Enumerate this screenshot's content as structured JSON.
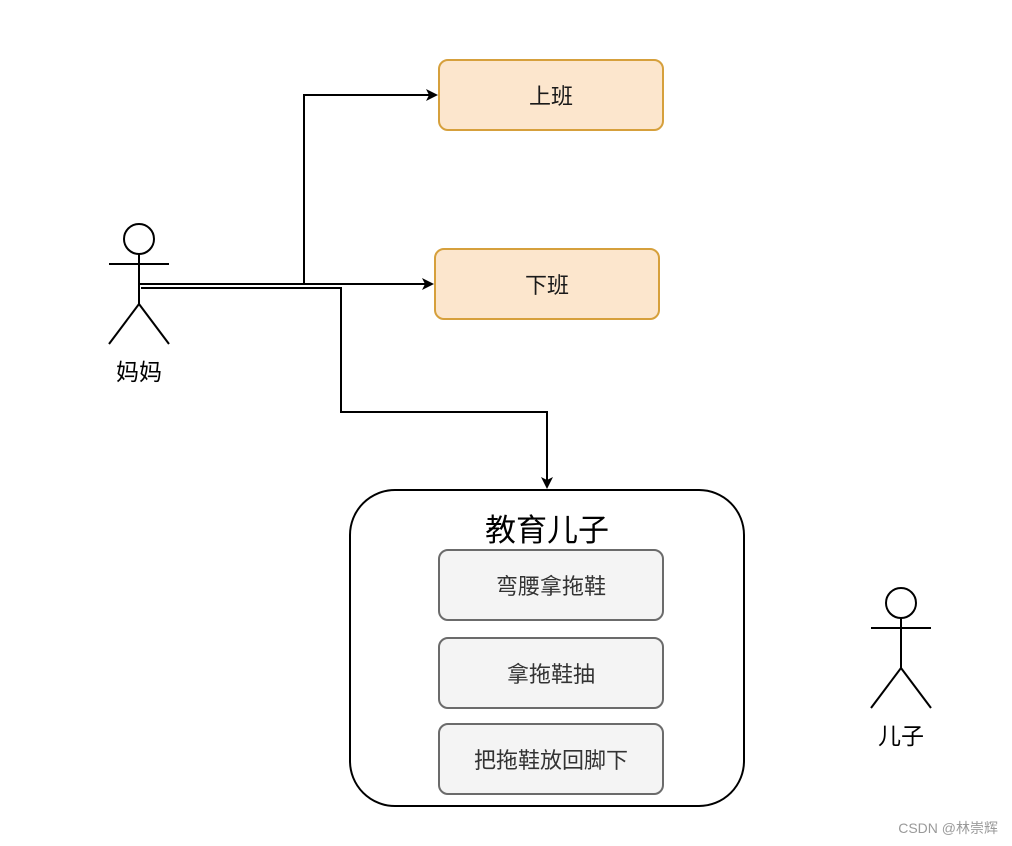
{
  "actors": {
    "mom": {
      "label": "妈妈"
    },
    "son": {
      "label": "儿子"
    }
  },
  "boxes": {
    "go_to_work": "上班",
    "off_work": "下班"
  },
  "container": {
    "title": "教育儿子",
    "steps": [
      "弯腰拿拖鞋",
      "拿拖鞋抽",
      "把拖鞋放回脚下"
    ]
  },
  "colors": {
    "orange_fill": "#fce6cd",
    "orange_stroke": "#d6a03c",
    "gray_fill": "#f4f4f4",
    "gray_stroke": "#6b6b6b"
  },
  "watermark": "CSDN @林崇辉"
}
